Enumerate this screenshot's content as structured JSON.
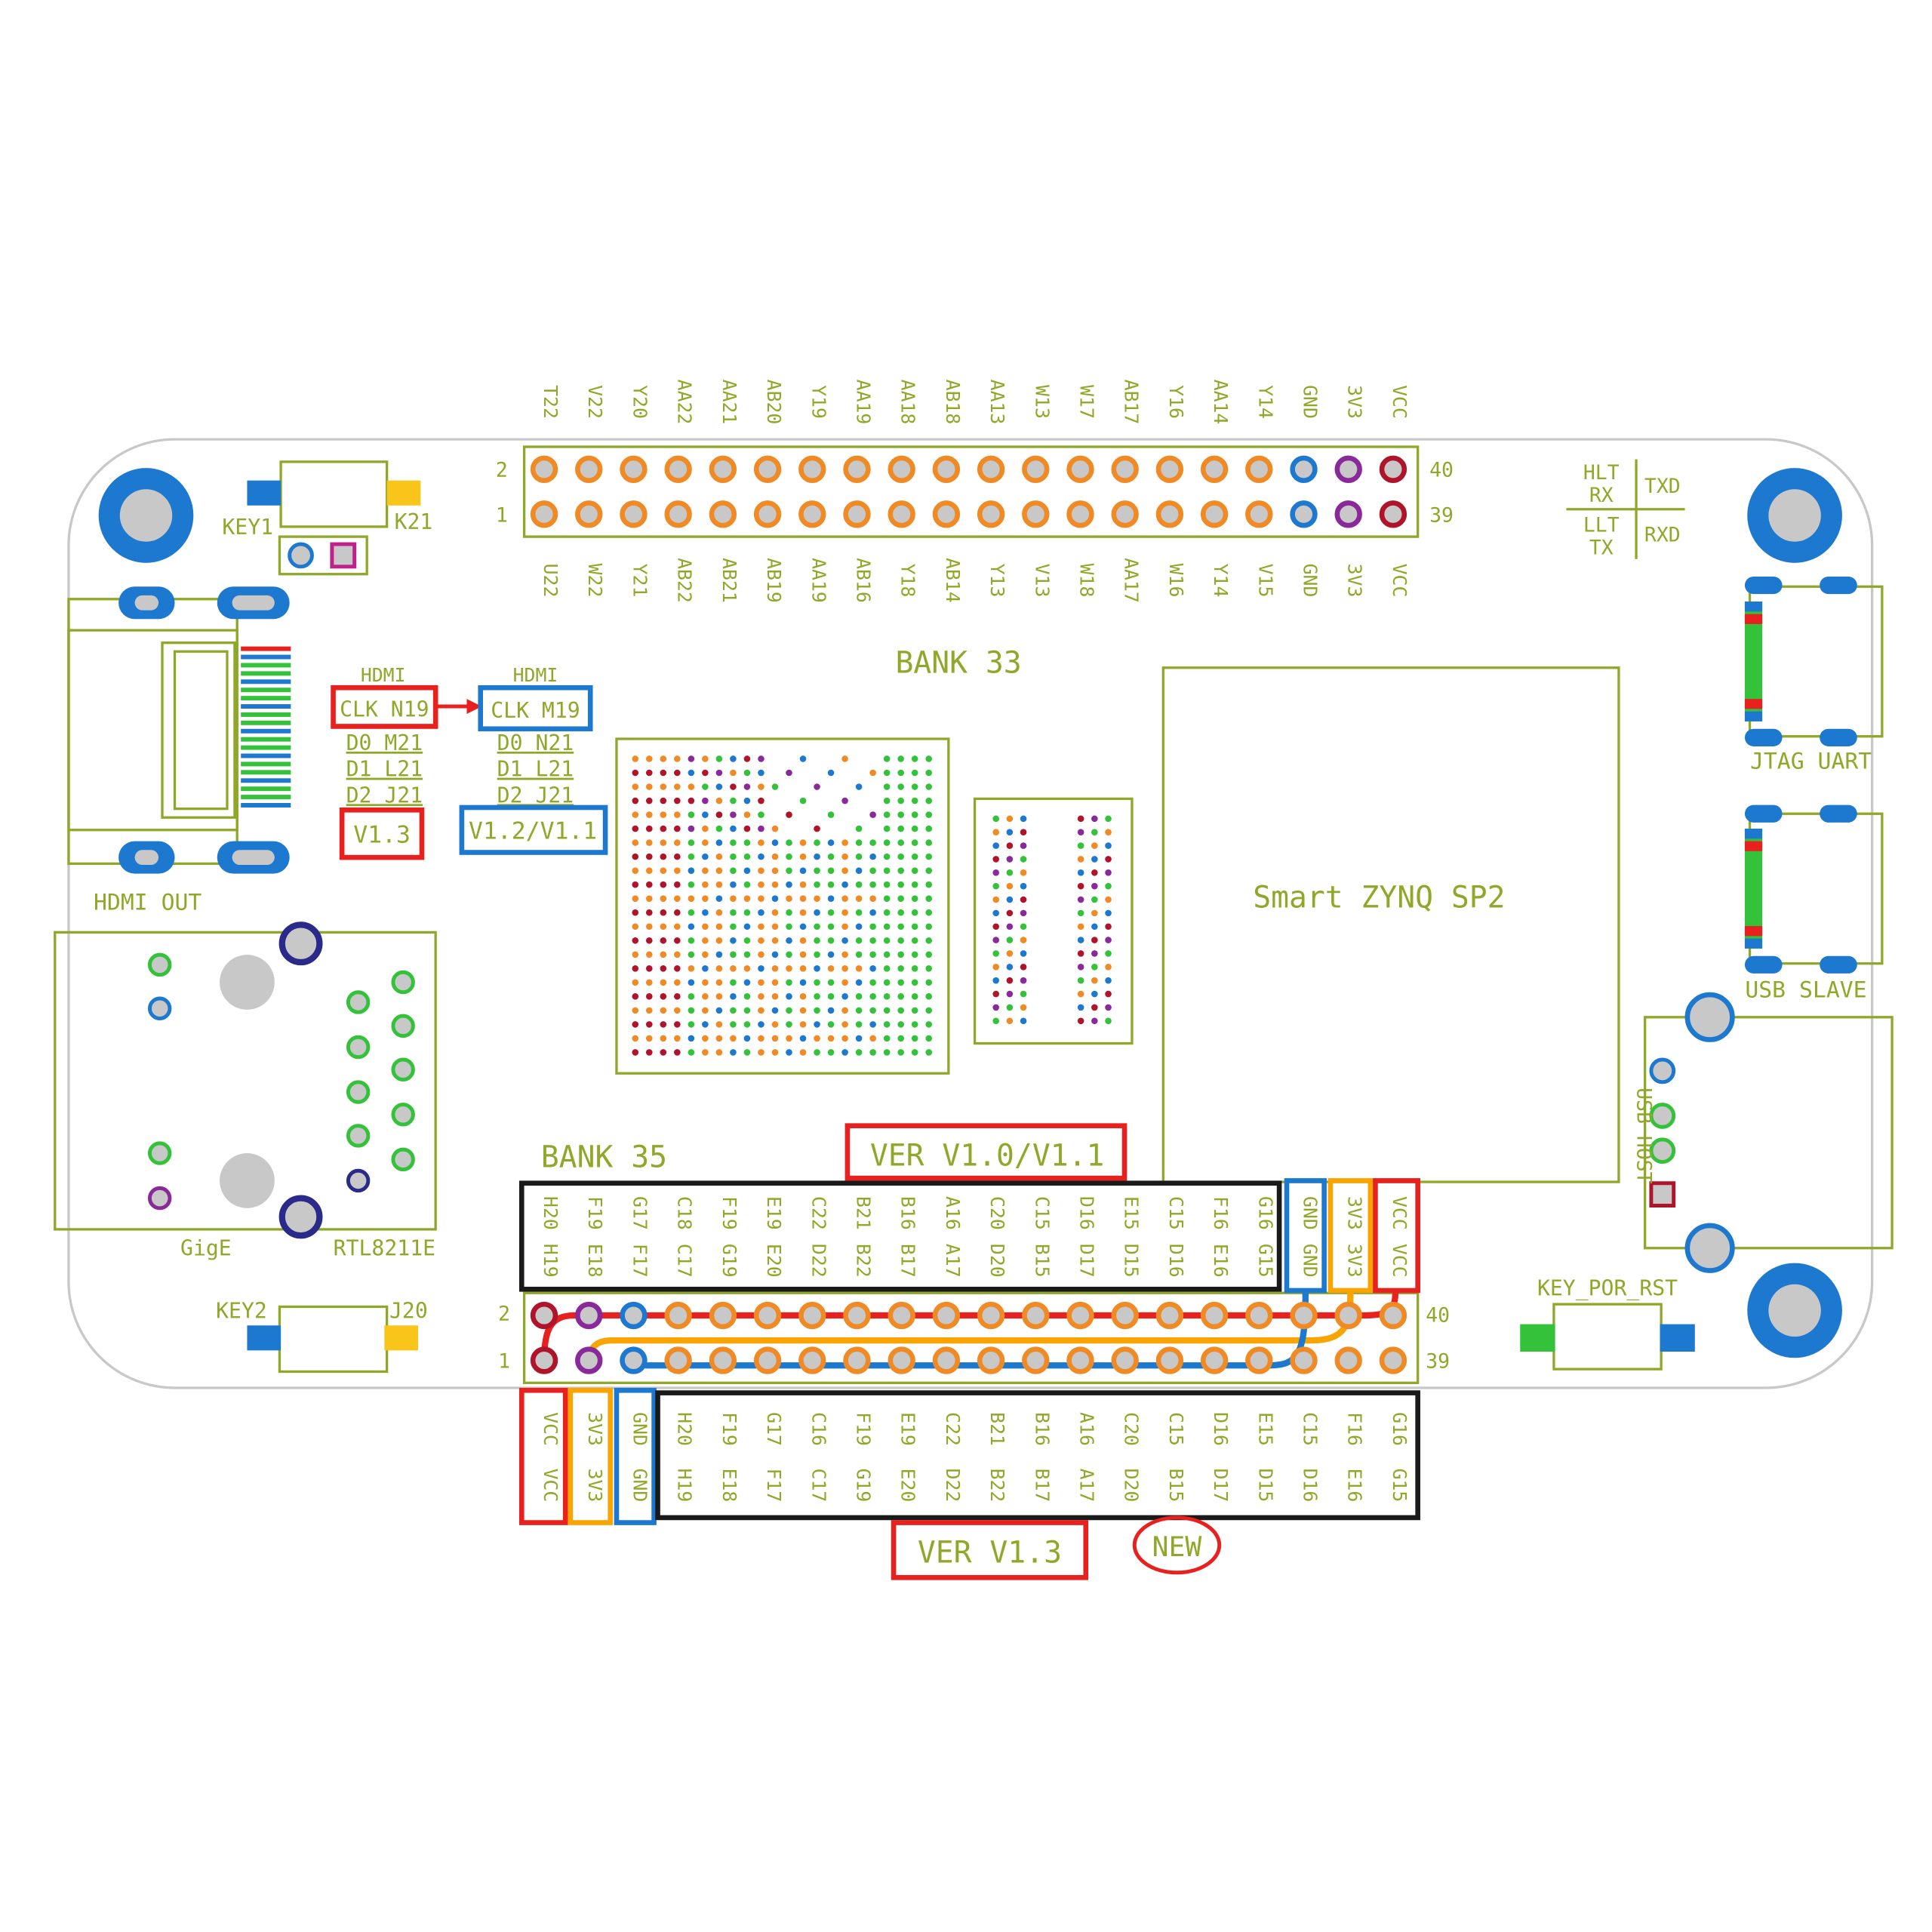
{
  "colors": {
    "silk": "#8fa82a",
    "orange": "#f08a24",
    "blue": "#1d78cf",
    "darkblue": "#2a2a8a",
    "red": "#e8201e",
    "darkred": "#b0142b",
    "purple": "#8a2a9a",
    "yellow": "#f9c51b",
    "green": "#34c23a",
    "black": "#1a1a1a",
    "magenta": "#c0208a",
    "gray": "#c8c8c8"
  },
  "top_header": {
    "top_labels": [
      "T22",
      "V22",
      "Y20",
      "AA22",
      "AA21",
      "AB20",
      "Y19",
      "AA19",
      "AA18",
      "AB18",
      "AA13",
      "W13",
      "W17",
      "AB17",
      "Y16",
      "AA14",
      "Y14",
      "GND",
      "3V3",
      "VCC"
    ],
    "bottom_labels": [
      "U22",
      "W22",
      "Y21",
      "AB22",
      "AB21",
      "AB19",
      "AA19",
      "AB16",
      "Y18",
      "AB14",
      "Y13",
      "V13",
      "W18",
      "AA17",
      "W16",
      "Y14",
      "V15",
      "GND",
      "3V3",
      "VCC"
    ],
    "pin_row2": "2",
    "pin_row1": "1",
    "pin_40": "40",
    "pin_39": "39",
    "pin_colors_row2": [
      "orange",
      "orange",
      "orange",
      "orange",
      "orange",
      "orange",
      "orange",
      "orange",
      "orange",
      "orange",
      "orange",
      "orange",
      "orange",
      "orange",
      "orange",
      "orange",
      "orange",
      "blue",
      "purple",
      "darkred"
    ],
    "pin_colors_row1": [
      "orange",
      "orange",
      "orange",
      "orange",
      "orange",
      "orange",
      "orange",
      "orange",
      "orange",
      "orange",
      "orange",
      "orange",
      "orange",
      "orange",
      "orange",
      "orange",
      "orange",
      "blue",
      "purple",
      "darkred"
    ]
  },
  "bank33": "BANK 33",
  "bank35": "BANK 35",
  "key1": {
    "label": "KEY1",
    "pin": "K21"
  },
  "key2": {
    "label": "KEY2",
    "pin": "J20"
  },
  "key_rst": "KEY_POR_RST",
  "hdmi": {
    "label": "HDMI OUT",
    "left_title": "HDMI",
    "left_clk": "CLK N19",
    "left_d0": "D0  M21",
    "left_d1": "D1  L21",
    "left_d2": "D2  J21",
    "left_ver": "V1.3",
    "right_title": "HDMI",
    "right_clk": "CLK M19",
    "right_d0": "D0  N21",
    "right_d1": "D1  L21",
    "right_d2": "D2  J21",
    "right_ver": "V1.2/V1.1"
  },
  "uart_table": {
    "a1": "HLT",
    "a2": "RX",
    "b": "TXD",
    "c1": "LLT",
    "c2": "TX",
    "d": "RXD"
  },
  "jtag_uart": "JTAG UART",
  "usb_slave": "USB SLAVE",
  "usb_host": "USB HOST",
  "soc": "Smart ZYNQ SP2",
  "gige": "GigE",
  "phy": "RTL8211E",
  "ver_old": "VER V1.0/V1.1",
  "ver_new": "VER V1.3",
  "new_badge": "NEW",
  "bottom_header": {
    "old_top": [
      "H20",
      "F19",
      "G17",
      "C18",
      "F19",
      "E19",
      "C22",
      "B21",
      "B16",
      "A16",
      "C20",
      "C15",
      "D16",
      "E15",
      "C15",
      "F16",
      "G16",
      "GND",
      "3V3",
      "VCC"
    ],
    "old_bot": [
      "H19",
      "E18",
      "F17",
      "C17",
      "G19",
      "E20",
      "D22",
      "B22",
      "B17",
      "A17",
      "D20",
      "B15",
      "D17",
      "D15",
      "D16",
      "E16",
      "G15",
      "GND",
      "3V3",
      "VCC"
    ],
    "new_top": [
      "VCC",
      "3V3",
      "GND",
      "H20",
      "F19",
      "G17",
      "C16",
      "F19",
      "E19",
      "C22",
      "B21",
      "B16",
      "A16",
      "C20",
      "C15",
      "D16",
      "E15",
      "C15",
      "F16",
      "G16"
    ],
    "new_bot": [
      "VCC",
      "3V3",
      "GND",
      "H19",
      "E18",
      "F17",
      "C17",
      "G19",
      "E20",
      "D22",
      "B22",
      "B17",
      "A17",
      "D20",
      "B15",
      "D17",
      "D15",
      "D16",
      "E16",
      "G15"
    ],
    "pin_row2": "2",
    "pin_row1": "1",
    "pin_40": "40",
    "pin_39": "39",
    "pin_colors_row2": [
      "darkred",
      "purple",
      "blue",
      "orange",
      "orange",
      "orange",
      "orange",
      "orange",
      "orange",
      "orange",
      "orange",
      "orange",
      "orange",
      "orange",
      "orange",
      "orange",
      "orange",
      "orange",
      "orange",
      "orange"
    ],
    "pin_colors_row1": [
      "darkred",
      "purple",
      "blue",
      "orange",
      "orange",
      "orange",
      "orange",
      "orange",
      "orange",
      "orange",
      "orange",
      "orange",
      "orange",
      "orange",
      "orange",
      "orange",
      "orange",
      "orange",
      "orange",
      "orange"
    ]
  }
}
